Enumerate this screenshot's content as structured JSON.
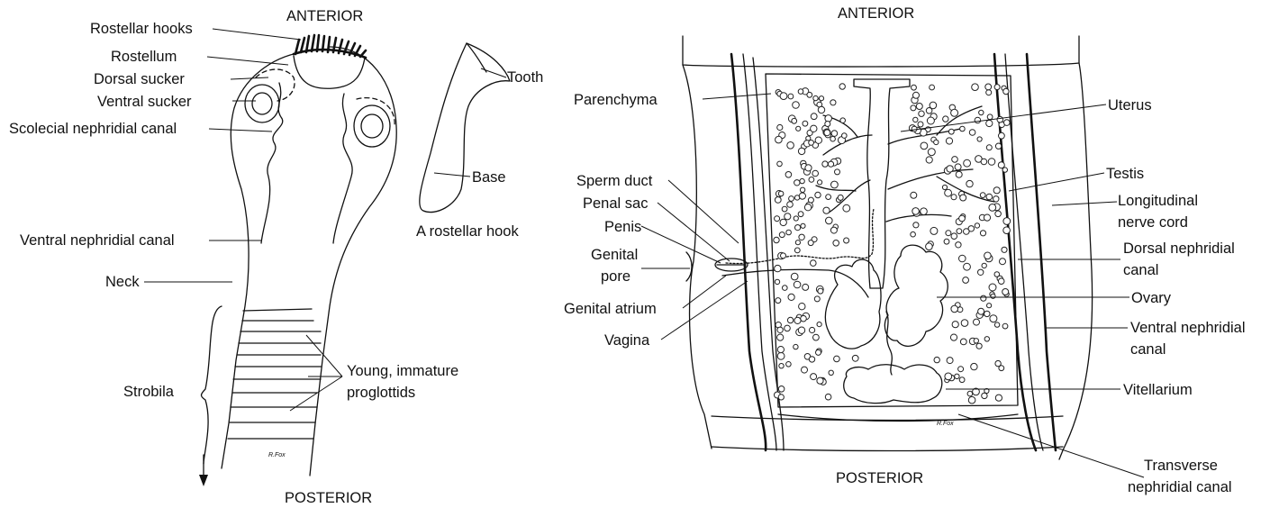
{
  "left_figure": {
    "anterior": "ANTERIOR",
    "posterior": "POSTERIOR",
    "signature": "R.Fox",
    "labels": {
      "rostellar_hooks": "Rostellar hooks",
      "rostellum": "Rostellum",
      "dorsal_sucker": "Dorsal sucker",
      "ventral_sucker": "Ventral sucker",
      "scolecial_canal": "Scolecial nephridial canal",
      "ventral_canal": "Ventral nephridial canal",
      "neck": "Neck",
      "strobila": "Strobila",
      "young_proglottids_1": "Young, immature",
      "young_proglottids_2": "proglottids"
    },
    "hook": {
      "tooth": "Tooth",
      "base": "Base",
      "caption": "A rostellar hook"
    }
  },
  "right_figure": {
    "anterior": "ANTERIOR",
    "posterior": "POSTERIOR",
    "signature": "R.Fox",
    "labels": {
      "parenchyma": "Parenchyma",
      "sperm_duct": "Sperm duct",
      "penal_sac": "Penal sac",
      "penis": "Penis",
      "genital_pore_1": "Genital",
      "genital_pore_2": "pore",
      "genital_atrium": "Genital atrium",
      "vagina": "Vagina",
      "uterus": "Uterus",
      "testis": "Testis",
      "longitudinal_nerve_1": "Longitudinal",
      "longitudinal_nerve_2": "nerve cord",
      "dorsal_canal_1": "Dorsal nephridial",
      "dorsal_canal_2": "canal",
      "ovary": "Ovary",
      "ventral_canal_1": "Ventral nephridial",
      "ventral_canal_2": "canal",
      "vitellarium": "Vitellarium",
      "transverse_canal_1": "Transverse",
      "transverse_canal_2": "nephridial canal"
    }
  }
}
